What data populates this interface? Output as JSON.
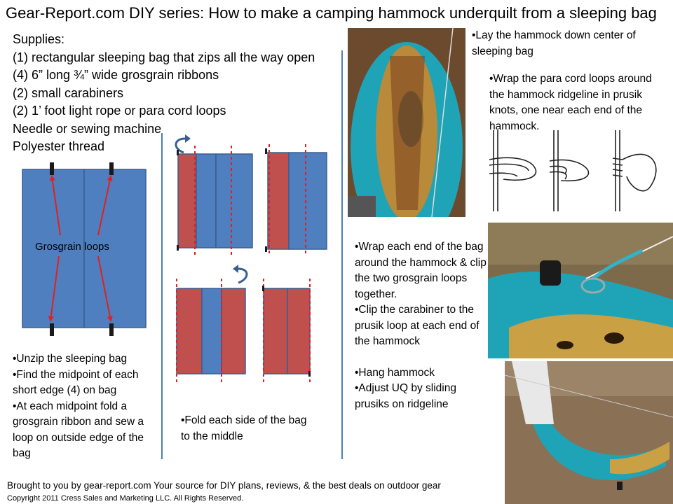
{
  "title": "Gear-Report.com DIY series: How to make a camping hammock underquilt from a sleeping bag",
  "supplies": [
    "Supplies:",
    "(1) rectangular sleeping bag that zips all the way open",
    "(4) 6” long ¾” wide grosgrain ribbons",
    "(2) small carabiners",
    "(2)  1’ foot light rope or para cord loops",
    "Needle or sewing machine",
    "Polyester thread"
  ],
  "diagram": {
    "grosgrain_label": "Grosgrain loops",
    "colors": {
      "bag_blue": "#4f7fbf",
      "fold_red": "#c0504d",
      "outline": "#3a5f8f",
      "arrow": "#e02020",
      "tab": "#1a1a1a"
    }
  },
  "steps": {
    "step1": [
      "•Unzip the sleeping bag",
      "•Find the midpoint of each short edge (4) on bag",
      "•At each midpoint fold a grosgrain ribbon and sew a loop on outside edge of the bag"
    ],
    "step2": [
      "•Fold each side of the bag to the middle"
    ],
    "step3": [
      "•Wrap each end of the bag around the hammock & clip the two grosgrain loops together.",
      "•Clip the carabiner to the prusik loop at each end of the hammock",
      "",
      "•Hang hammock",
      "•Adjust UQ by sliding prusiks on ridgeline"
    ],
    "step4": [
      "•Lay the hammock down center of sleeping bag"
    ],
    "step5": [
      "•Wrap the para cord loops around the hammock ridgeline in prusik knots, one near each end of the hammock."
    ]
  },
  "footer": {
    "line1": "Brought to you by gear-report.com Your source for DIY plans, reviews, & the best deals on outdoor gear",
    "line2": "Copyright 2011 Cress Sales and Marketing LLC. All Rights Reserved."
  }
}
